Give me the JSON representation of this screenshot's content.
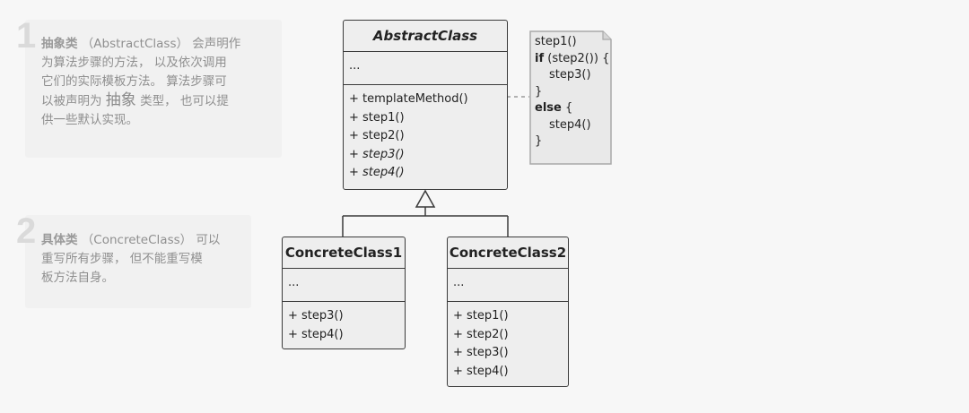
{
  "notes": [
    {
      "number": "1",
      "lines": [
        {
          "bold": "抽象类",
          "text": " （AbstractClass） 会声明作"
        },
        {
          "text": "为算法步骤的方法， 以及依次调用"
        },
        {
          "text": "它们的实际模板方法。 算法步骤可"
        },
        {
          "pre": "以被声明为 ",
          "big": "抽象",
          "post": " 类型， 也可以提"
        },
        {
          "text": "供一些默认实现。"
        }
      ]
    },
    {
      "number": "2",
      "lines": [
        {
          "bold": "具体类",
          "text": " （ConcreteClass） 可以"
        },
        {
          "text": "重写所有步骤， 但不能重写模"
        },
        {
          "text": "板方法自身。"
        }
      ]
    }
  ],
  "abstract_class": {
    "name": "AbstractClass",
    "fields": "...",
    "methods": [
      {
        "label": "+ templateMethod()",
        "abstract": false
      },
      {
        "label": "+ step1()",
        "abstract": false
      },
      {
        "label": "+ step2()",
        "abstract": false
      },
      {
        "label": "+ step3()",
        "abstract": true
      },
      {
        "label": "+ step4()",
        "abstract": true
      }
    ]
  },
  "concrete_class_1": {
    "name": "ConcreteClass1",
    "fields": "...",
    "methods": [
      {
        "label": "+ step3()"
      },
      {
        "label": "+ step4()"
      }
    ]
  },
  "concrete_class_2": {
    "name": "ConcreteClass2",
    "fields": "...",
    "methods": [
      {
        "label": "+ step1()"
      },
      {
        "label": "+ step2()"
      },
      {
        "label": "+ step3()"
      },
      {
        "label": "+ step4()"
      }
    ]
  },
  "code_note": {
    "lines": [
      {
        "kw": "",
        "text": "step1()",
        "indent": false
      },
      {
        "kw": "if",
        "text": " (step2()) {",
        "indent": false
      },
      {
        "kw": "",
        "text": "step3()",
        "indent": true
      },
      {
        "kw": "",
        "text": "}",
        "indent": false
      },
      {
        "kw": "else",
        "text": " {",
        "indent": false
      },
      {
        "kw": "",
        "text": "step4()",
        "indent": true
      },
      {
        "kw": "",
        "text": "}",
        "indent": false
      }
    ]
  },
  "colors": {
    "background": "#f7f7f7",
    "class_fill": "#eeeeee",
    "class_border": "#3a3a3a",
    "note_fill": "#e9e9e9",
    "note_border": "#a9a9a9"
  }
}
